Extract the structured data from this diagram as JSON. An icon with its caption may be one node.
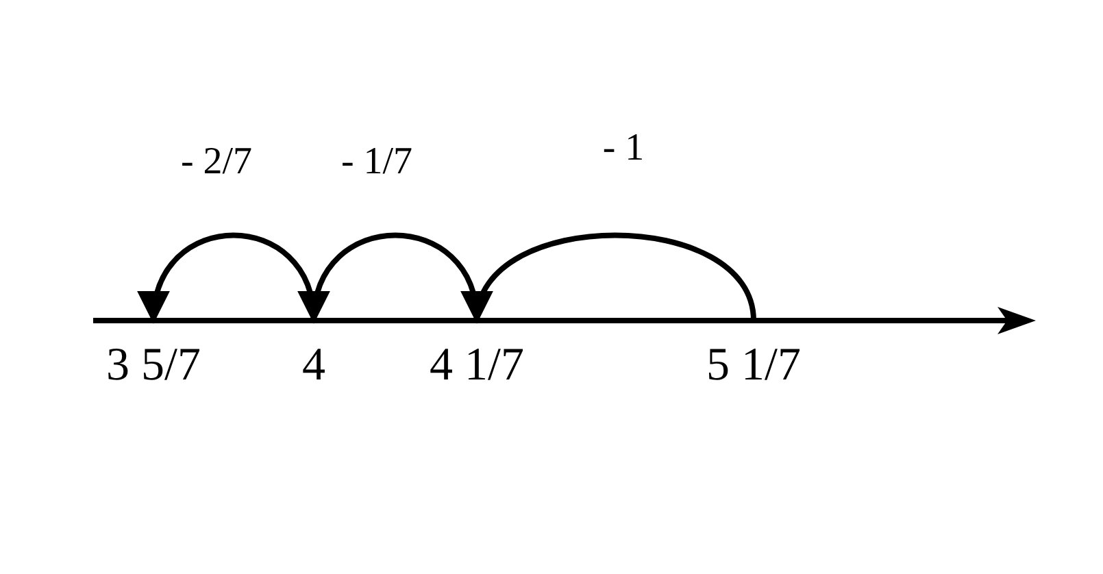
{
  "diagram": {
    "nodes": [
      {
        "text": [
          "3 5/7"
        ]
      },
      {
        "text": [
          "4"
        ]
      },
      {
        "text": [
          "4 1/7"
        ]
      },
      {
        "text": [
          "5 1/7"
        ]
      }
    ],
    "edges": [
      {
        "from": 3,
        "to": 2,
        "arrow": "to",
        "label": "- 1"
      },
      {
        "from": 2,
        "to": 1,
        "arrow": "to",
        "label": "- 1/7"
      },
      {
        "from": 1,
        "to": 0,
        "arrow": "to",
        "label": "- 2/7"
      }
    ]
  }
}
